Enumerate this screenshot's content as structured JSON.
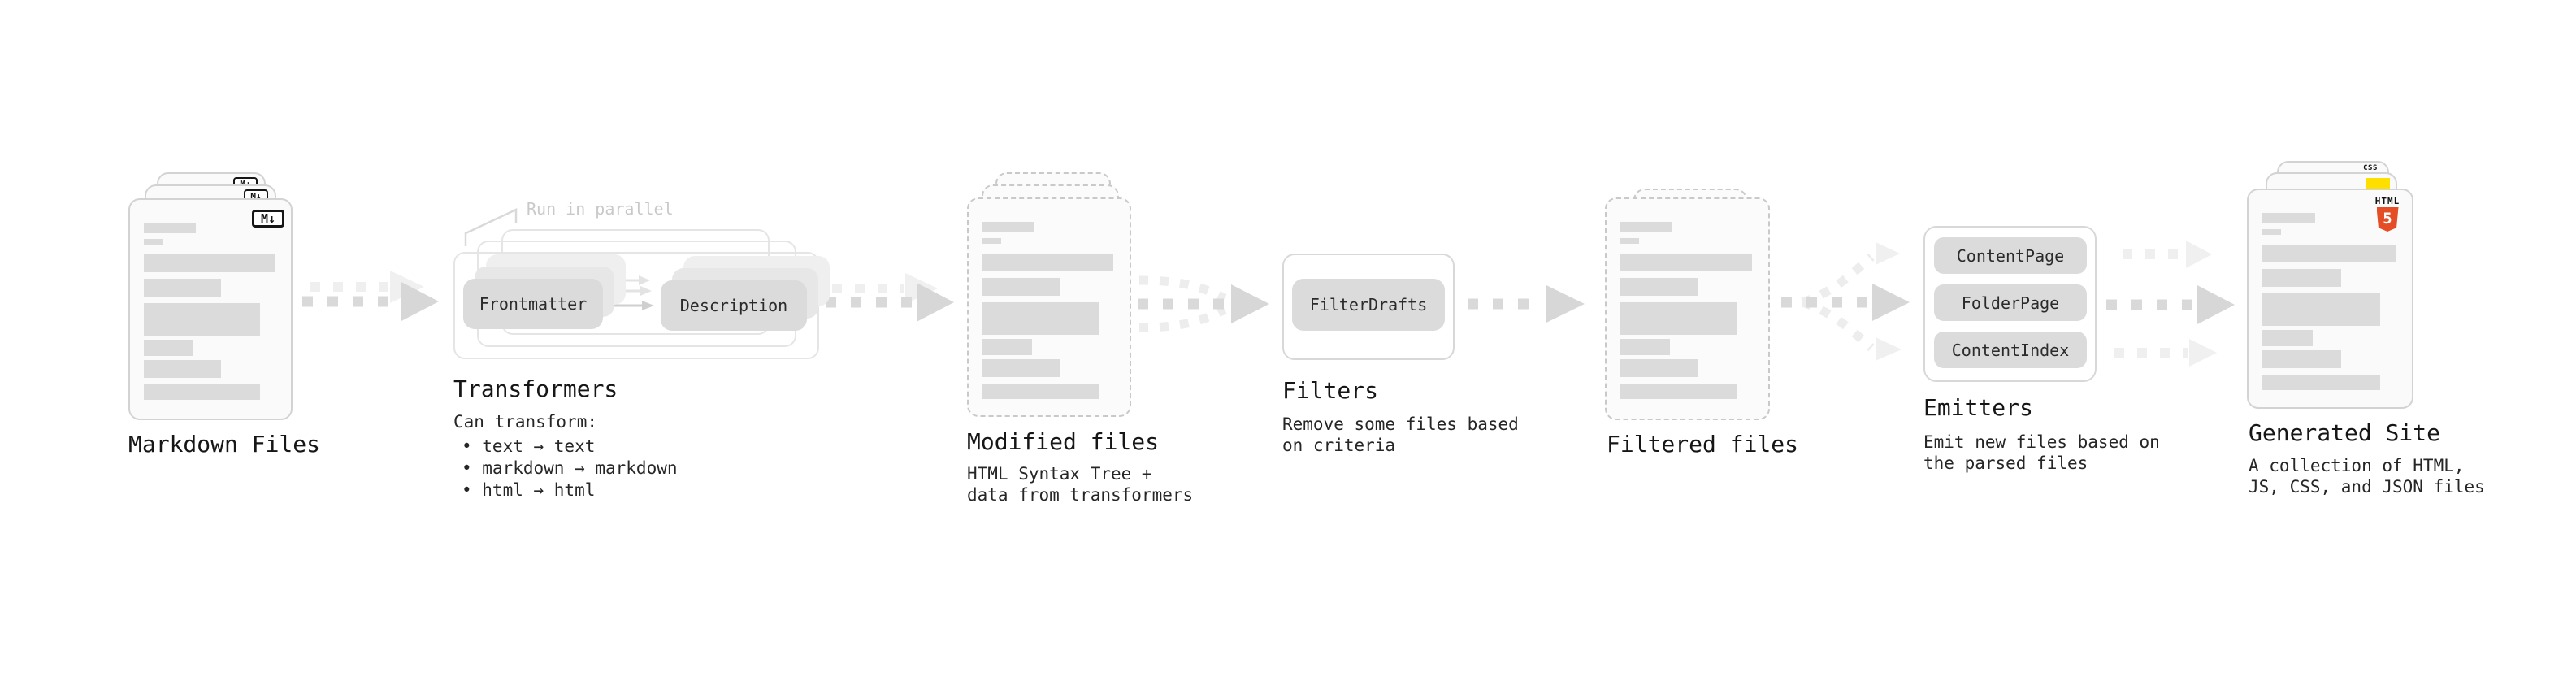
{
  "markdown_files": {
    "label": "Markdown Files",
    "icon": "M↓"
  },
  "transformers": {
    "label": "Transformers",
    "note": "Run in parallel",
    "frontmatter": "Frontmatter",
    "description": "Description",
    "caption": "Can transform:",
    "bullets": [
      "• text → text",
      "• markdown → markdown",
      "• html → html"
    ]
  },
  "modified_files": {
    "label": "Modified files",
    "desc1": "HTML Syntax Tree +",
    "desc2": "data from transformers"
  },
  "filters": {
    "label": "Filters",
    "button": "FilterDrafts",
    "desc1": "Remove some files based",
    "desc2": "on criteria"
  },
  "filtered_files": {
    "label": "Filtered files"
  },
  "emitters": {
    "label": "Emitters",
    "buttons": [
      "ContentPage",
      "FolderPage",
      "ContentIndex"
    ],
    "desc1": "Emit new files based on",
    "desc2": "the parsed files"
  },
  "generated_site": {
    "label": "Generated Site",
    "desc1": "A collection of HTML,",
    "desc2": "JS, CSS, and JSON files",
    "badge_html": "HTML",
    "badge_five": "5",
    "badge_css": "CSS"
  },
  "colors": {
    "html5_orange": "#e44d26",
    "js_yellow": "#ffdf00",
    "css_blue": "#2f6bf2",
    "arrow_gray": "#d9d9d9",
    "arrow_light": "#efefef",
    "card_fill": "#fafafa",
    "bar_fill": "#dbdbdb"
  }
}
